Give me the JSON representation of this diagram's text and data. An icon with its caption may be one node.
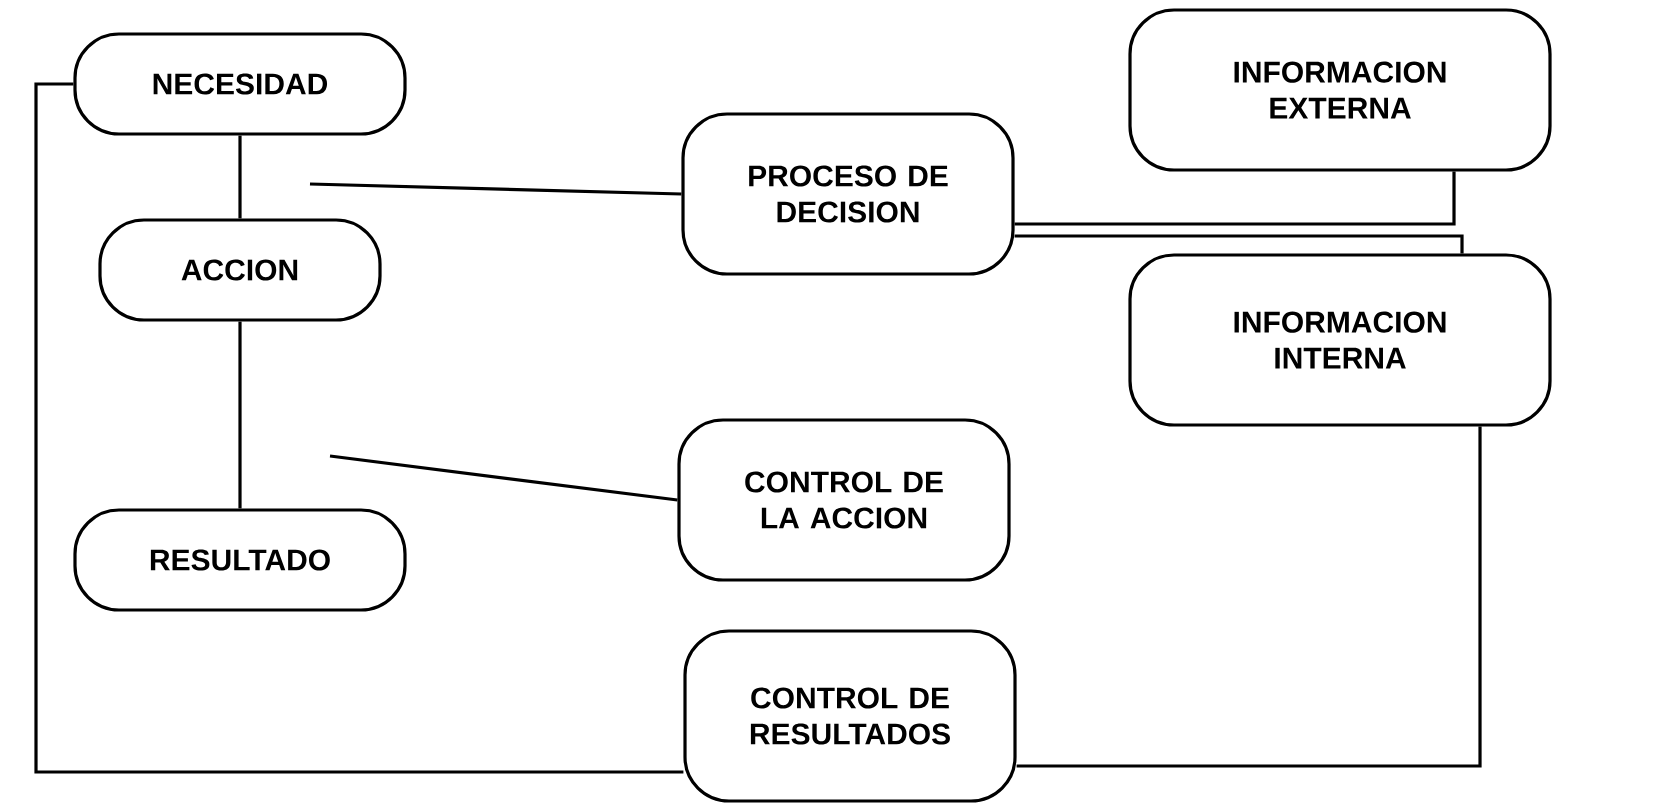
{
  "diagram": {
    "nodes": [
      {
        "text": [
          "NECESIDAD"
        ]
      },
      {
        "text": [
          "PROCESO DE DECISION"
        ]
      },
      {
        "text": [
          "INFORMACION EXTERNA"
        ]
      },
      {
        "text": [
          "ACCION"
        ]
      },
      {
        "text": [
          "INFORMACION INTERNA"
        ]
      },
      {
        "text": [
          "CONTROL DE LA ACCION"
        ]
      },
      {
        "text": [
          "RESULTADO"
        ]
      },
      {
        "text": [
          "CONTROL DE RESULTADOS"
        ]
      }
    ],
    "edges": [
      {
        "from": 0,
        "to": 3,
        "arrow": "none"
      },
      {
        "from": null,
        "to": 1,
        "arrow": "none"
      },
      {
        "from": 1,
        "to": 2,
        "arrow": "none"
      },
      {
        "from": 1,
        "to": 4,
        "arrow": "none"
      },
      {
        "from": 3,
        "to": 6,
        "arrow": "none"
      },
      {
        "from": null,
        "to": 5,
        "arrow": "none"
      },
      {
        "from": 0,
        "to": 7,
        "arrow": "none"
      },
      {
        "from": 4,
        "to": 7,
        "arrow": "none"
      }
    ]
  }
}
